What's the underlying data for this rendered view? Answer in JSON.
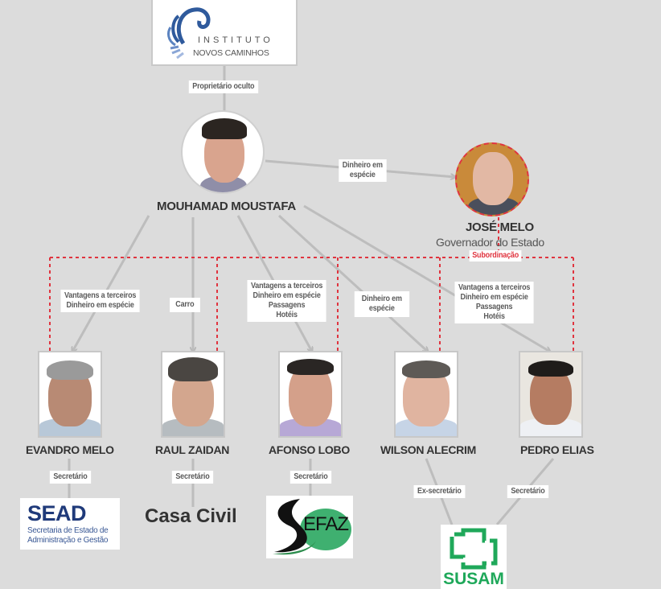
{
  "top_org": {
    "name_line1": "INSTITUTO",
    "name_line2": "NOVOS CAMINHOS",
    "relation": "Proprietário oculto"
  },
  "center_person": {
    "name": "MOUHAMAD MOUSTAFA"
  },
  "governor": {
    "name": "JOSÉ MELO",
    "title": "Governador do Estado",
    "relation_in": "Dinheiro em espécie",
    "relation_in_line1": "Dinheiro em",
    "relation_in_line2": "espécie",
    "subordination_label": "Subordinação"
  },
  "edge_labels": {
    "evandro": [
      "Vantagens a terceiros",
      "Dinheiro em espécie"
    ],
    "raul": [
      "Carro"
    ],
    "afonso": [
      "Vantagens a terceiros",
      "Dinheiro em espécie",
      "Passagens",
      "Hotéis"
    ],
    "wilson": [
      "Dinheiro em",
      "espécie"
    ],
    "pedro": [
      "Vantagens a terceiros",
      "Dinheiro em espécie",
      "Passagens",
      "Hotéis"
    ]
  },
  "secretaries": [
    {
      "name": "EVANDRO MELO",
      "role": "Secretário",
      "org": "SEAD"
    },
    {
      "name": "RAUL ZAIDAN",
      "role": "Secretário",
      "org": "Casa Civil"
    },
    {
      "name": "AFONSO LOBO",
      "role": "Secretário",
      "org": "SEFAZ"
    },
    {
      "name": "WILSON ALECRIM",
      "role": "Ex-secretário",
      "org": "SUSAM"
    },
    {
      "name": "PEDRO ELIAS",
      "role": "Secretário",
      "org": "SUSAM"
    }
  ],
  "orgs": {
    "sead": {
      "acronym": "SEAD",
      "line1": "Secretaria de Estado de",
      "line2": "Administração e Gestão"
    },
    "casa_civil": {
      "text": "Casa Civil"
    },
    "sefaz": {
      "text": "EFAZ",
      "s": "S"
    },
    "susam": {
      "text": "SUSAM"
    }
  },
  "colors": {
    "background": "#dcdcdc",
    "connector": "#b9b9b9",
    "subordination": "#e0343f",
    "label_text": "#5a5a5a",
    "name_text": "#333333",
    "sead_blue": "#1f3a7a",
    "susam_green": "#1fa85a",
    "sefaz_green": "#2e9e5a",
    "logo_blue": "#2f5a9c"
  }
}
